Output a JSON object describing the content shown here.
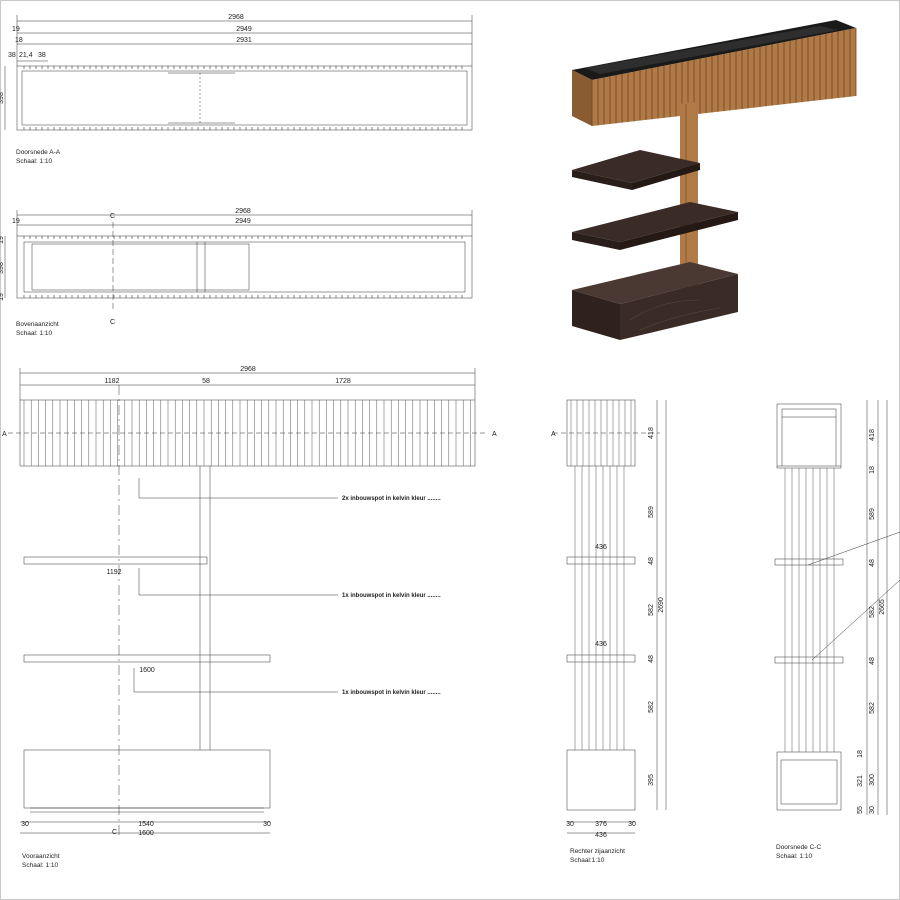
{
  "views": {
    "section_aa": {
      "title": "Doorsnede A-A",
      "scale": "Schaal: 1:10",
      "dims": {
        "overall": "2968",
        "inner1": "2949",
        "inner2": "2931",
        "left_a": "38",
        "left_b": "21,4",
        "left_c": "38",
        "left_off1": "19",
        "left_off2": "18",
        "height": "398"
      }
    },
    "top_view": {
      "title": "Bovenaanzicht",
      "scale": "Schaal: 1:10",
      "dims": {
        "overall": "2968",
        "inner": "2949",
        "left_off": "19",
        "h_top": "19",
        "h_mid": "398",
        "h_bot": "19"
      },
      "section_marker": "C"
    },
    "front_view": {
      "title": "Vooraanzicht",
      "scale": "Schaal: 1:10",
      "dims": {
        "overall": "2968",
        "seg1": "1182",
        "seg2": "58",
        "seg3": "1728",
        "shelf1": "1192",
        "shelf2": "1600",
        "base_left": "30",
        "base_mid": "1540",
        "base_right": "30",
        "base_total": "1600"
      },
      "markers": {
        "section_a": "A",
        "section_c": "C"
      },
      "notes": [
        "2x inbouwspot in kelvin kleur ........",
        "1x inbouwspot in kelvin kleur ........",
        "1x inbouwspot in kelvin kleur ........"
      ]
    },
    "side_view": {
      "title": "Rechter zijaanzicht",
      "scale": "Schaal:1:10",
      "dims": {
        "top": "418",
        "shelf_w1": "436",
        "shelf_w2": "436",
        "gap1": "589",
        "t1": "48",
        "gap2": "582",
        "t2": "48",
        "gap3": "582",
        "base": "395",
        "total": "2690",
        "bottom_left": "30",
        "bottom_mid": "376",
        "bottom_right": "30",
        "bottom_total": "436"
      },
      "marker": "A"
    },
    "section_cc": {
      "title": "Doorsnede C-C",
      "scale": "Schaal: 1:10",
      "dims": {
        "top": "418",
        "d1": "18",
        "gap1": "589",
        "t1": "48",
        "gap2": "582",
        "t2": "48",
        "gap3": "582",
        "d2": "18",
        "b1": "321",
        "b2": "300",
        "b3": "55",
        "b4": "30",
        "total": "2665"
      }
    }
  },
  "render": {
    "materials": [
      "wood-slats",
      "black-top-tray",
      "dark-marble-shelves",
      "dark-marble-base"
    ],
    "colors": {
      "wood": "#b07a46",
      "wood_dark": "#7a4f28",
      "marble": "#3a2b26",
      "marble_light": "#5a4540",
      "tray": "#1a1a1a"
    }
  }
}
